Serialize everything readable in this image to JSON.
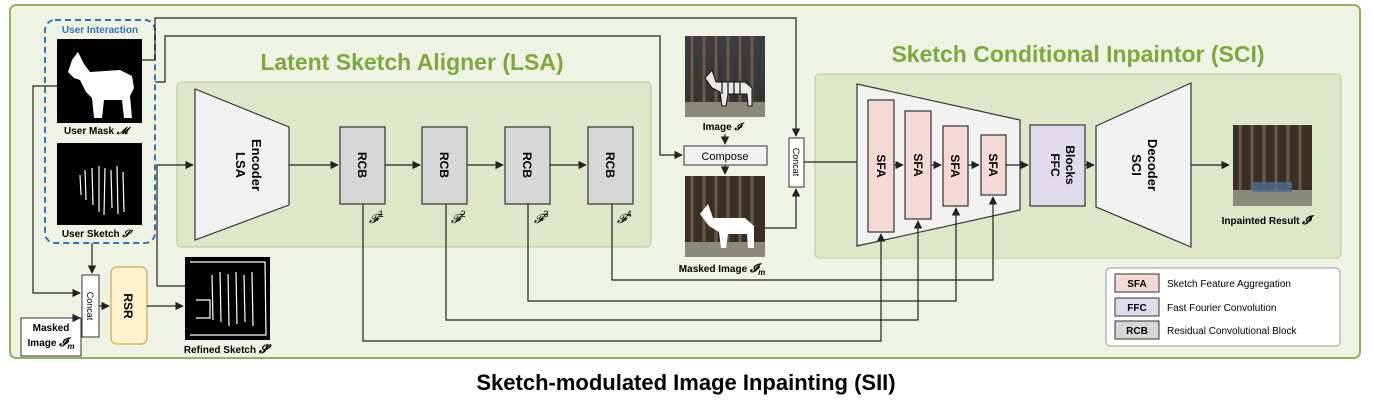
{
  "titles": {
    "lsa": "Latent Sketch Aligner (LSA)",
    "sci": "Sketch Conditional Inpaintor (SCI)",
    "main": "Sketch-modulated Image Inpainting (SII)"
  },
  "user_interaction": {
    "label": "User Interaction",
    "mask_label": "User Mask",
    "mask_symbol": "𝓜",
    "sketch_label": "User Sketch",
    "sketch_symbol": "𝓢"
  },
  "lsa": {
    "encoder_line1": "LSA",
    "encoder_line2": "Encoder",
    "rcb_label": "RCB",
    "features": [
      {
        "base": "𝓕",
        "sup": "1"
      },
      {
        "base": "𝓕",
        "sup": "2"
      },
      {
        "base": "𝓕",
        "sup": "3"
      },
      {
        "base": "𝓕",
        "sup": "4"
      }
    ]
  },
  "image": {
    "label": "Image",
    "symbol": "𝓘",
    "compose": "Compose",
    "masked_label": "Masked  Image",
    "masked_symbol": "𝓘",
    "masked_sub": "m",
    "concat": "Concat"
  },
  "sci": {
    "sfa_label": "SFA",
    "ffc_line1": "FFC",
    "ffc_line2": "Blocks",
    "decoder_line1": "SCI",
    "decoder_line2": "Decoder",
    "result_label": "Inpainted Result",
    "result_symbol": "𝓘̂"
  },
  "bottom": {
    "masked_line1": "Masked",
    "masked_line2": "Image",
    "masked_symbol": "𝓘",
    "masked_sub": "m",
    "concat": "Concat",
    "rsr": "RSR",
    "refined_label": "Refined Sketch",
    "refined_symbol": "𝓢̂"
  },
  "legend": [
    {
      "abbr": "SFA",
      "text": "Sketch Feature  Aggregation",
      "color": "#f4d9d6"
    },
    {
      "abbr": "FFC",
      "text": "Fast Fourier Convolution",
      "color": "#e0dcec"
    },
    {
      "abbr": "RCB",
      "text": "Residual Convolutional Block",
      "color": "#d7d7d7"
    }
  ],
  "colors": {
    "outer_bg": "#eef3e3",
    "outer_border": "#8fb35a",
    "title_green": "#7ea83e",
    "panel_bg": "#dde8c9",
    "dashed_blue": "#2e75b6",
    "ui_label_blue": "#2e75b6",
    "rsr_fill": "#fff2cc",
    "rsr_border": "#c9a94c"
  }
}
